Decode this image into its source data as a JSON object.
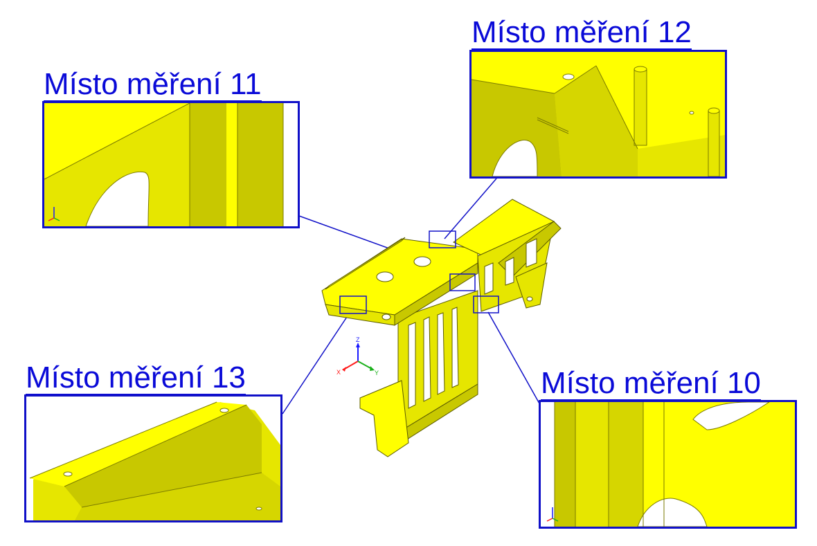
{
  "colors": {
    "label": "#0a0ad8",
    "frame": "#1010c8",
    "part_light": "#ffff00",
    "part_mid": "#e6e600",
    "part_shade": "#c8c800",
    "part_dark": "#9a9a00",
    "edge": "#3a3a00"
  },
  "labels": {
    "m11": "Místo měření 11",
    "m12": "Místo měření 12",
    "m13": "Místo měření 13",
    "m10": "Místo měření 10"
  },
  "axes": {
    "x": "X",
    "y": "Y",
    "z": "Z"
  }
}
